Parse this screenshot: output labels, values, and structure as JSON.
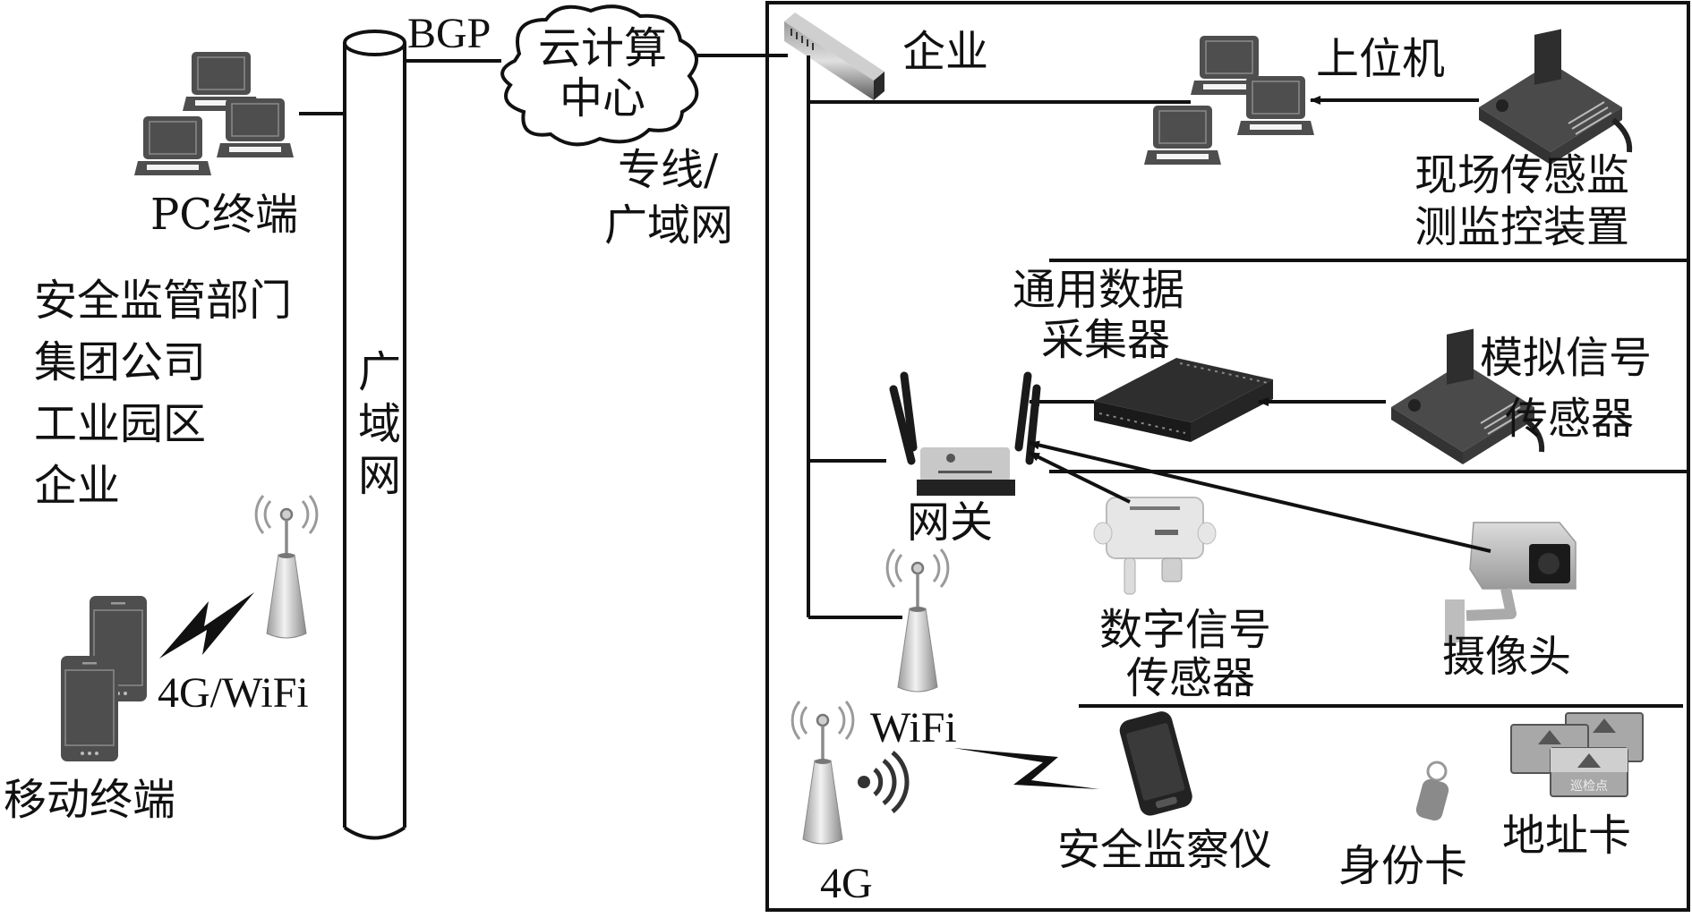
{
  "title": "安全生产物联网监管系统网络结构",
  "left": {
    "pc_terminal": "PC终端",
    "org_list": [
      "安全监管部门",
      "集团公司",
      "工业园区",
      "企业"
    ],
    "wan_label": "广域网",
    "mobile_link": "4G/WiFi",
    "mobile_terminal": "移动终端"
  },
  "center": {
    "bgp": "BGP",
    "cloud_line1": "云计算",
    "cloud_line2": "中心",
    "leased_line1": "专线/",
    "leased_line2": "广域网"
  },
  "enterprise": {
    "switch_label": "企业",
    "host_label": "上位机",
    "field_device_line1": "现场传感监",
    "field_device_line2": "测监控装置",
    "collector_line1": "通用数据",
    "collector_line2": "采集器",
    "analog_line1": "模拟信号",
    "analog_line2": "传感器",
    "gateway": "网关",
    "digital_line1": "数字信号",
    "digital_line2": "传感器",
    "camera": "摄像头",
    "wifi": "WiFi",
    "g4": "4G",
    "inspector": "安全监察仪",
    "id_card": "身份卡",
    "address_card": "地址卡",
    "address_card_face": "巡检点"
  },
  "colors": {
    "line": "#111111",
    "device_dark": "#4a4a4a",
    "device_light": "#d8d8d8",
    "background": "#ffffff"
  }
}
